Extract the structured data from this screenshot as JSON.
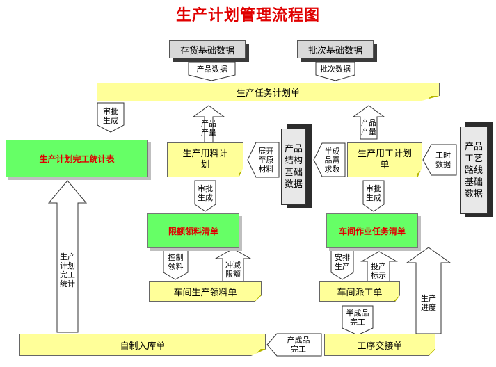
{
  "title": "生产计划管理流程图",
  "nodes": {
    "inventory_data": "存货基础数据",
    "batch_data": "批次基础数据",
    "task_plan": "生产任务计划单",
    "completion_stats": "生产计划完工统计表",
    "material_plan": "生产用料计\n划",
    "product_structure": "产品\n结构\n基础\n数据",
    "labor_plan": "生产用工计划\n单",
    "process_route": "产品\n工艺\n路线\n基础\n数据",
    "quota_list": "限额领料清单",
    "work_order_list": "车间作业任务清单",
    "workshop_issue": "车间生产领料单",
    "workshop_dispatch": "车间派工单",
    "warehouse_in": "自制入库单",
    "process_handover": "工序交接单"
  },
  "labels": {
    "product_data": "产品数据",
    "batch_data_arrow": "批次数据",
    "approve_1": "审批\n生成",
    "product_qty_1": "产品\n产量",
    "product_qty_2": "产品\n产量",
    "expand_material": "展开\n至原\n材料",
    "semi_demand": "半成\n品需\n求数",
    "labor_data": "工时\n数据",
    "approve_2": "审批\n生成",
    "approve_3": "审批\n生成",
    "control_issue": "控制\n领料",
    "offset_quota": "冲减\n限额",
    "arrange_prod": "安排\n生产",
    "feed_mark": "投产\n标示",
    "semi_finished": "半成品\n完工",
    "finished": "产成品\n完工",
    "prod_progress": "生产\n进度",
    "completion_stat": "生产\n计划\n完工\n统计"
  }
}
